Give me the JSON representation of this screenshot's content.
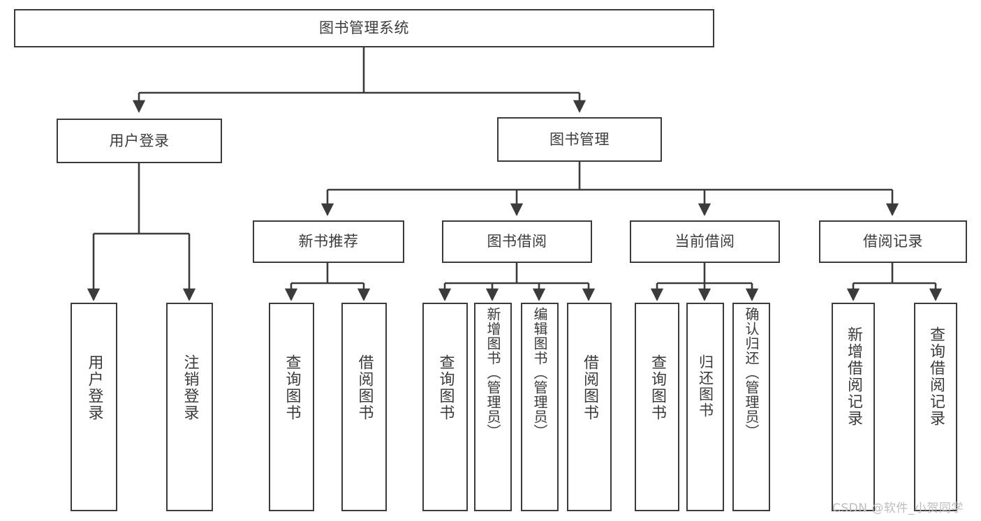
{
  "diagram": {
    "title": "图书管理系统",
    "type": "tree",
    "watermark": "CSDN @软件_小贺同学",
    "colors": {
      "stroke": "#3b3b3b",
      "fill": "#ffffff",
      "text": "#3b3b3b",
      "watermark": "#bdbdbd"
    },
    "nodes": {
      "root": {
        "label": "图书管理系统",
        "orientation": "horizontal"
      },
      "user_login": {
        "label": "用户登录",
        "orientation": "horizontal"
      },
      "book_manage": {
        "label": "图书管理",
        "orientation": "horizontal"
      },
      "new_book_rec": {
        "label": "新书推荐",
        "orientation": "horizontal"
      },
      "book_borrow": {
        "label": "图书借阅",
        "orientation": "horizontal"
      },
      "current_borrow": {
        "label": "当前借阅",
        "orientation": "horizontal"
      },
      "borrow_record": {
        "label": "借阅记录",
        "orientation": "horizontal"
      },
      "leaf_user_login": {
        "label": "用户登录",
        "orientation": "vertical"
      },
      "leaf_logout": {
        "label": "注销登录",
        "orientation": "vertical"
      },
      "leaf_query_book_1": {
        "label": "查询图书",
        "orientation": "vertical"
      },
      "leaf_borrow_book_1": {
        "label": "借阅图书",
        "orientation": "vertical"
      },
      "leaf_query_book_2": {
        "label": "查询图书",
        "orientation": "vertical"
      },
      "leaf_add_book": {
        "label": "新增图书（管理员）",
        "orientation": "vertical"
      },
      "leaf_edit_book": {
        "label": "编辑图书（管理员）",
        "orientation": "vertical"
      },
      "leaf_borrow_book_2": {
        "label": "借阅图书",
        "orientation": "vertical"
      },
      "leaf_query_book_3": {
        "label": "查询图书",
        "orientation": "vertical"
      },
      "leaf_return_book": {
        "label": "归还图书",
        "orientation": "vertical"
      },
      "leaf_confirm_return": {
        "label": "确认归还（管理员）",
        "orientation": "vertical"
      },
      "leaf_add_record": {
        "label": "新增借阅记录",
        "orientation": "vertical"
      },
      "leaf_query_record": {
        "label": "查询借阅记录",
        "orientation": "vertical"
      }
    },
    "hierarchy": [
      {
        "node": "root",
        "children": [
          {
            "node": "user_login",
            "children": [
              {
                "node": "leaf_user_login"
              },
              {
                "node": "leaf_logout"
              }
            ]
          },
          {
            "node": "book_manage",
            "children": [
              {
                "node": "new_book_rec",
                "children": [
                  {
                    "node": "leaf_query_book_1"
                  },
                  {
                    "node": "leaf_borrow_book_1"
                  }
                ]
              },
              {
                "node": "book_borrow",
                "children": [
                  {
                    "node": "leaf_query_book_2"
                  },
                  {
                    "node": "leaf_add_book"
                  },
                  {
                    "node": "leaf_edit_book"
                  },
                  {
                    "node": "leaf_borrow_book_2"
                  }
                ]
              },
              {
                "node": "current_borrow",
                "children": [
                  {
                    "node": "leaf_query_book_3"
                  },
                  {
                    "node": "leaf_return_book"
                  },
                  {
                    "node": "leaf_confirm_return"
                  }
                ]
              },
              {
                "node": "borrow_record",
                "children": [
                  {
                    "node": "leaf_add_record"
                  },
                  {
                    "node": "leaf_query_record"
                  }
                ]
              }
            ]
          }
        ]
      }
    ]
  }
}
